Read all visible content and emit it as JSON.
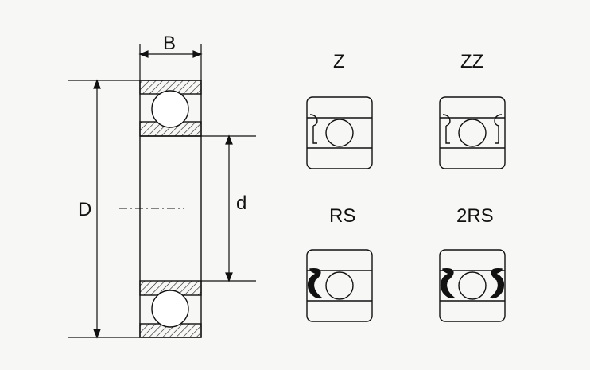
{
  "dimensions": {
    "width_label": "B",
    "outer_diameter_label": "D",
    "bore_diameter_label": "d"
  },
  "variants": [
    {
      "label": "Z",
      "seal": "shield",
      "sides": "one"
    },
    {
      "label": "ZZ",
      "seal": "shield",
      "sides": "both"
    },
    {
      "label": "RS",
      "seal": "rubber-seal",
      "sides": "one"
    },
    {
      "label": "2RS",
      "seal": "rubber-seal",
      "sides": "both"
    }
  ],
  "colors": {
    "ink": "#111111",
    "background": "#f7f7f5"
  }
}
